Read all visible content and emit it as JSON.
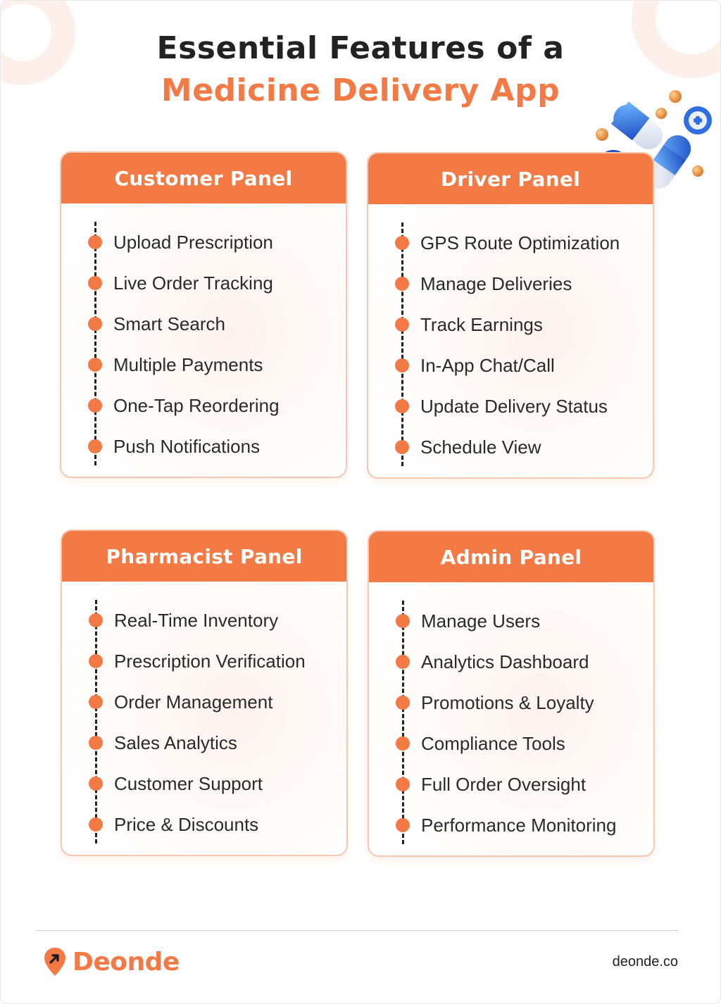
{
  "title": {
    "line1": "Essential Features of a",
    "line2": "Medicine Delivery App"
  },
  "colors": {
    "accent": "#f47a45",
    "text": "#222222",
    "panel_border": "#f6c7b1",
    "pill_blue": "#2f6ee0",
    "pill_white": "#e9eef7"
  },
  "panels": [
    {
      "title": "Customer Panel",
      "items": [
        "Upload Prescription",
        "Live Order Tracking",
        "Smart Search",
        "Multiple Payments",
        "One-Tap Reordering",
        "Push Notifications"
      ]
    },
    {
      "title": "Driver Panel",
      "items": [
        "GPS Route Optimization",
        "Manage Deliveries",
        "Track Earnings",
        "In-App Chat/Call",
        "Update Delivery Status",
        "Schedule View"
      ]
    },
    {
      "title": "Pharmacist Panel",
      "items": [
        "Real-Time Inventory",
        "Prescription Verification",
        "Order Management",
        "Sales Analytics",
        "Customer Support",
        "Price & Discounts"
      ]
    },
    {
      "title": "Admin Panel",
      "items": [
        "Manage Users",
        "Analytics Dashboard",
        "Promotions & Loyalty",
        "Compliance Tools",
        "Full Order Oversight",
        "Performance Monitoring"
      ]
    }
  ],
  "footer": {
    "brand": "Deonde",
    "website": "deonde.co"
  },
  "icons": {
    "logo": "location-pin-arrow-icon",
    "illustration": "pills-capsule-icon"
  }
}
